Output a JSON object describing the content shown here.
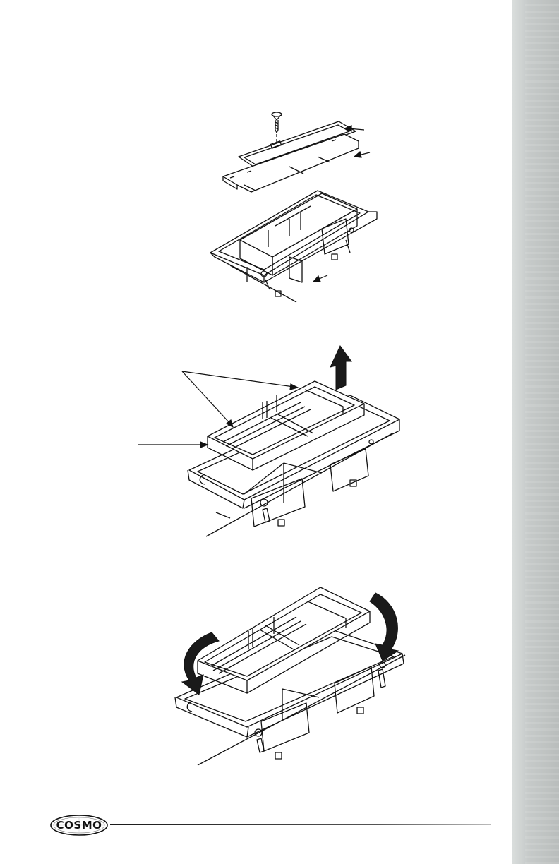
{
  "brand": {
    "logo_text": "COSMO"
  },
  "colors": {
    "line": "#111111",
    "side_tab": "#c6cac9",
    "arrow_fill": "#1a1a1a"
  },
  "figures": [
    {
      "id": "figure-1",
      "icons": [
        "screw-icon",
        "cover-plate-icon",
        "gasket-icon",
        "drip-tray-housing-icon",
        "pointer-arrow-icon"
      ]
    },
    {
      "id": "figure-2",
      "icons": [
        "filter-tray-icon",
        "lift-up-arrow-icon",
        "pointer-arrow-icon"
      ]
    },
    {
      "id": "figure-3",
      "icons": [
        "filter-tray-icon",
        "rotate-arrow-left-icon",
        "rotate-arrow-right-icon"
      ]
    }
  ]
}
